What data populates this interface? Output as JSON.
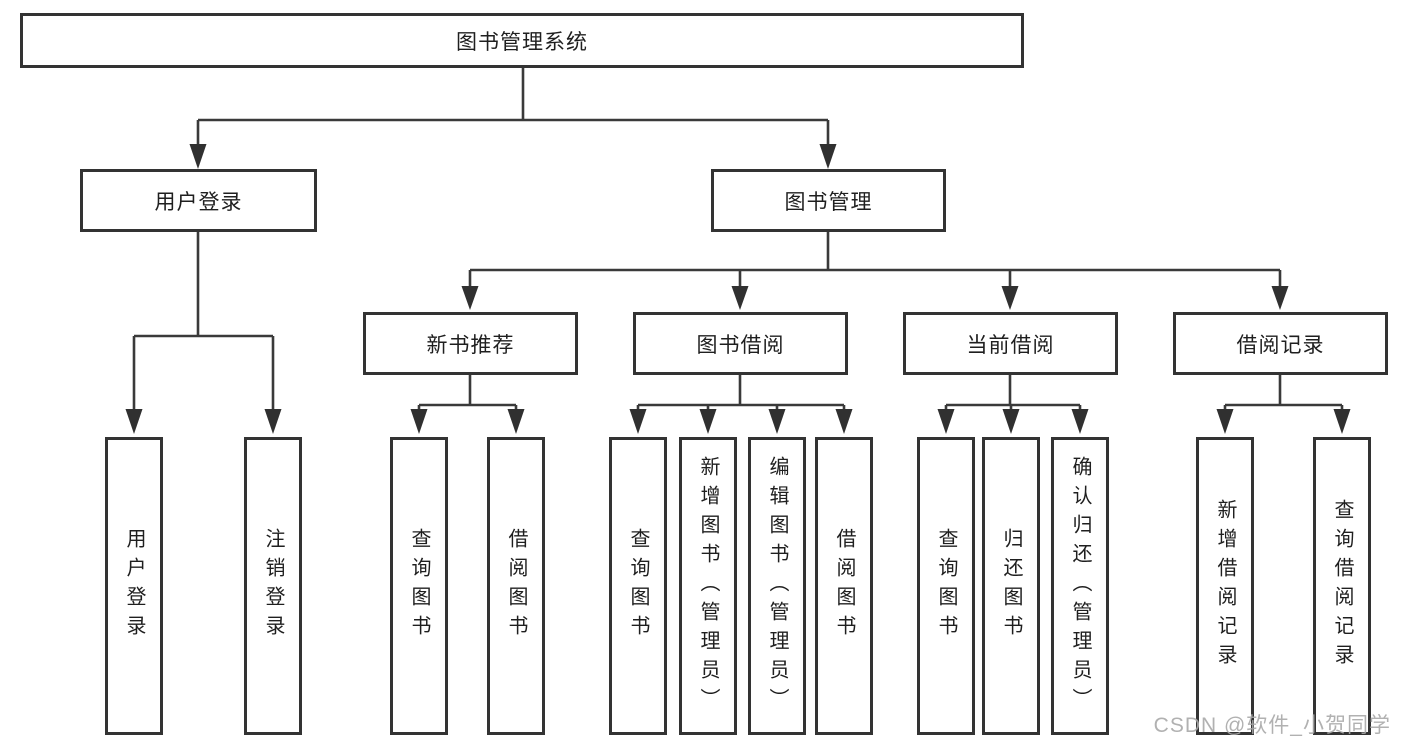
{
  "tree": {
    "root": {
      "label": "图书管理系统"
    },
    "children": [
      {
        "label": "用户登录",
        "children": [
          {
            "label": "用户登录"
          },
          {
            "label": "注销登录"
          }
        ]
      },
      {
        "label": "图书管理",
        "children": [
          {
            "label": "新书推荐",
            "children": [
              {
                "label": "查询图书"
              },
              {
                "label": "借阅图书"
              }
            ]
          },
          {
            "label": "图书借阅",
            "children": [
              {
                "label": "查询图书"
              },
              {
                "label": "新增图书（管理员）"
              },
              {
                "label": "编辑图书（管理员）"
              },
              {
                "label": "借阅图书"
              }
            ]
          },
          {
            "label": "当前借阅",
            "children": [
              {
                "label": "查询图书"
              },
              {
                "label": "归还图书"
              },
              {
                "label": "确认归还（管理员）"
              }
            ]
          },
          {
            "label": "借阅记录",
            "children": [
              {
                "label": "新增借阅记录"
              },
              {
                "label": "查询借阅记录"
              }
            ]
          }
        ]
      }
    ]
  },
  "watermark": {
    "text": "CSDN @软件_小贺同学"
  },
  "colors": {
    "line": "#3a3a3a",
    "box_border": "#333333",
    "text": "#1f1f1f",
    "watermark": "#a9a9a9",
    "background": "#ffffff"
  }
}
